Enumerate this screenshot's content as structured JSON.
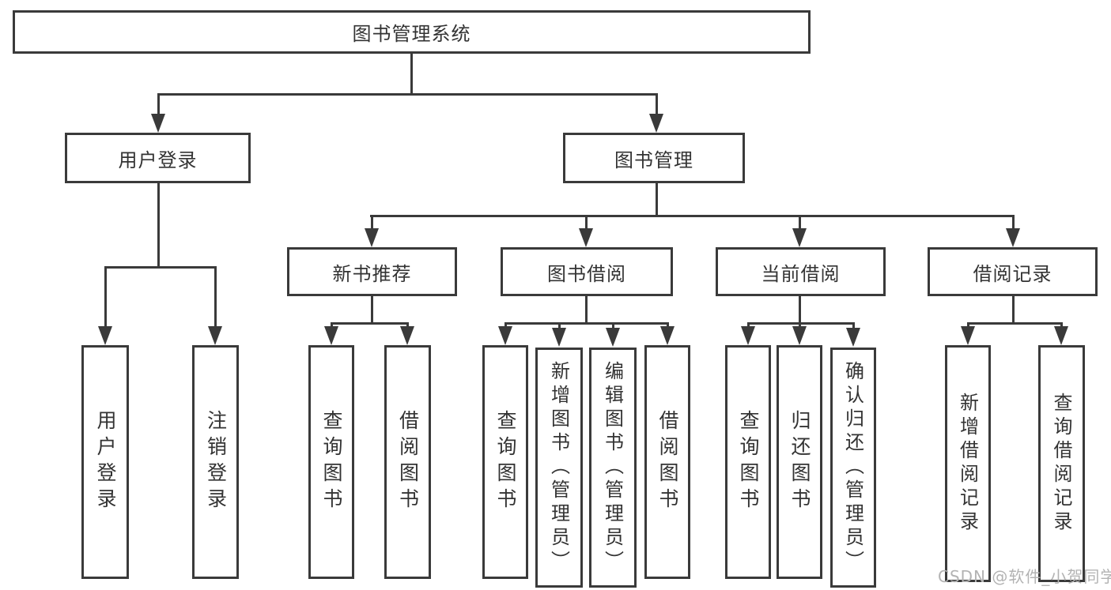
{
  "diagram": {
    "type": "hierarchy-diagram",
    "root": {
      "label": "图书管理系统"
    },
    "level2": {
      "user_login": {
        "label": "用户登录"
      },
      "book_mgmt": {
        "label": "图书管理"
      }
    },
    "level3": {
      "new_books": {
        "label": "新书推荐"
      },
      "borrowing": {
        "label": "图书借阅"
      },
      "current": {
        "label": "当前借阅"
      },
      "records": {
        "label": "借阅记录"
      }
    },
    "leaves": {
      "login": {
        "label": "用户登录"
      },
      "logout": {
        "label": "注销登录"
      },
      "nb_query": {
        "label": "查询图书"
      },
      "nb_borrow": {
        "label": "借阅图书"
      },
      "bw_query": {
        "label": "查询图书"
      },
      "bw_add": {
        "label": "新增图书（管理员）"
      },
      "bw_edit": {
        "label": "编辑图书（管理员）"
      },
      "bw_borrow": {
        "label": "借阅图书"
      },
      "cu_query": {
        "label": "查询图书"
      },
      "cu_return": {
        "label": "归还图书"
      },
      "cu_confirm": {
        "label": "确认归还（管理员）"
      },
      "rc_add": {
        "label": "新增借阅记录"
      },
      "rc_query": {
        "label": "查询借阅记录"
      }
    },
    "watermark": {
      "text": "CSDN @软件_小贺同学"
    },
    "colors": {
      "line": "#3a3a3a",
      "text": "#333333",
      "background": "#ffffff",
      "watermark": "#b3b3b3"
    }
  }
}
